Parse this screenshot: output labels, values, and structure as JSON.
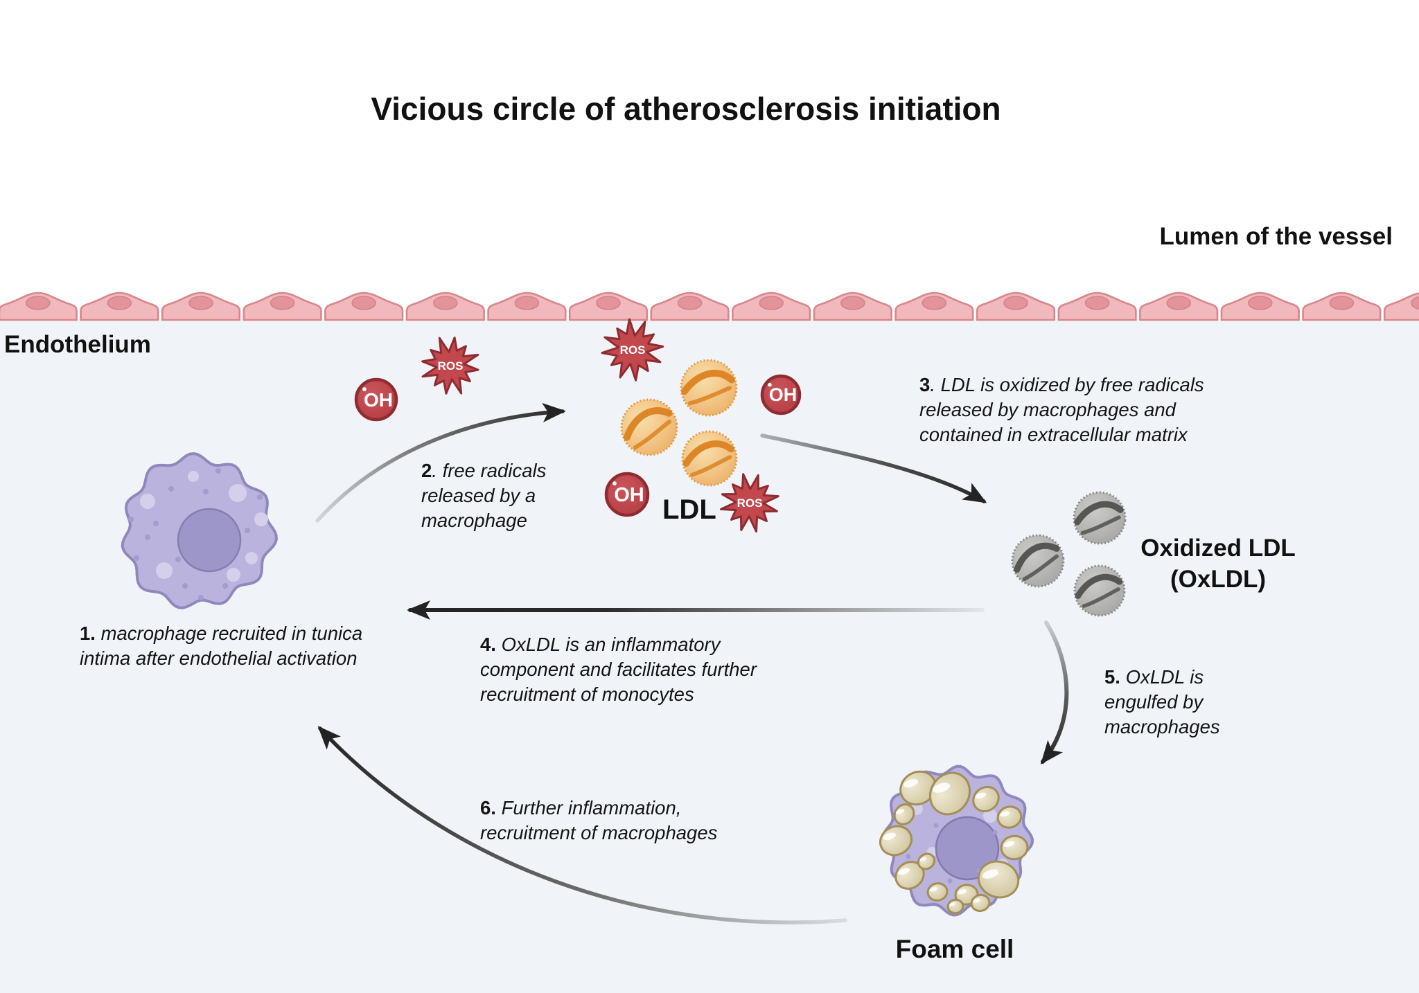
{
  "title": "Vicious circle of atherosclerosis initiation",
  "labels": {
    "lumen": "Lumen of the vessel",
    "endothelium": "Endothelium",
    "ldl": "LDL",
    "oxldl_line1": "Oxidized LDL",
    "oxldl_line2": "(OxLDL)",
    "foam_cell": "Foam cell"
  },
  "badges": {
    "ros": "ROS",
    "oh": "OH",
    "oh_dot": "•"
  },
  "steps": [
    {
      "num": "1.",
      "text": " macrophage recruited in tunica intima after endothelial activation"
    },
    {
      "num": "2",
      "text": ". free radicals released by a macrophage"
    },
    {
      "num": "3",
      "text": ". LDL is oxidized by free radicals released by macrophages and contained in extracellular matrix"
    },
    {
      "num": "4.",
      "text": " OxLDL is an inflammatory component and facilitates further recruitment of monocytes"
    },
    {
      "num": "5.",
      "text": " OxLDL is engulfed by macrophages"
    },
    {
      "num": "6.",
      "text": " Further inflammation, recruitment of macrophages"
    }
  ],
  "colors": {
    "background_lumen": "#ffffff",
    "background_intima": "#f0f4f9",
    "endothelium_fill": "#f1b9bd",
    "endothelium_stroke": "#d8868c",
    "endothelium_nucleus": "#e2949a",
    "radical_fill": "#c2484d",
    "radical_stroke": "#8f2c31",
    "ldl_base": "#f2c180",
    "ldl_band": "#dd8628",
    "ldl_rim": "#e09a45",
    "oxldl_base": "#b3b3b1",
    "oxldl_band": "#565653",
    "oxldl_rim": "#8a8a88",
    "macrophage_fill": "#bab3dd",
    "macrophage_stroke": "#8f88bc",
    "macrophage_nucleus": "#9d96c9",
    "foam_vesicle_fill": "#ddd4b2",
    "foam_vesicle_stroke": "#a38f55",
    "arrow_dark": "#232323",
    "text": "#111111"
  }
}
